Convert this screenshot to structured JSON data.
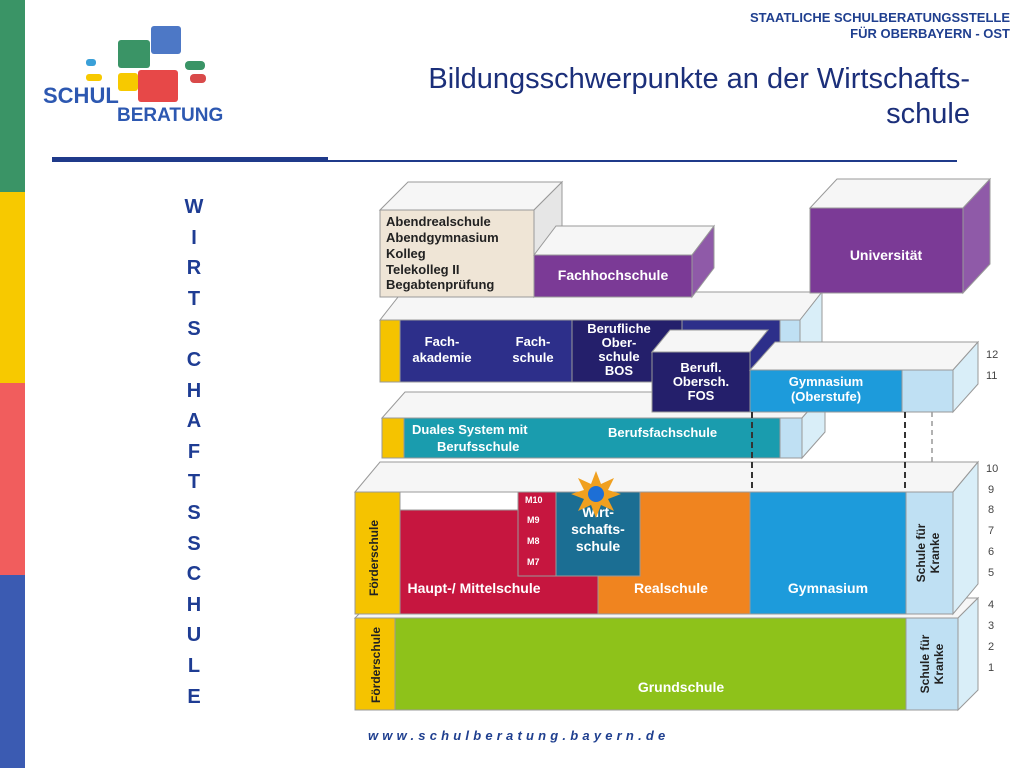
{
  "colors": {
    "strip_green": "#3a9466",
    "strip_yellow": "#f7c900",
    "strip_red": "#f15d5d",
    "strip_blue": "#3b5bb2",
    "text_blue": "#1f3f8f",
    "purple": "#7b3a96",
    "navy": "#2d2f8a",
    "teal": "#1a9cae",
    "crimson": "#c6163f",
    "orange": "#f0841f",
    "sky": "#1d9bdb",
    "lime": "#8ec21a",
    "yellow": "#f5c300"
  },
  "header": {
    "org_line1": "STAATLICHE SCHULBERATUNGSSTELLE",
    "org_line2": "FÜR OBERBAYERN - OST",
    "title_line1": "Bildungsschwerpunkte an der Wirtschafts-",
    "title_line2": "schule"
  },
  "logo": {
    "word1": "SCHUL",
    "word2": "BERATUNG",
    "icon": "puzzle-icon"
  },
  "vertical_label": [
    "W",
    "I",
    "R",
    "T",
    "S",
    "C",
    "H",
    "A",
    "F",
    "T",
    "S",
    "S",
    "C",
    "H",
    "U",
    "L",
    "E"
  ],
  "diagram": {
    "adult": [
      "Abendrealschule",
      "Abendgymnasium",
      "Kolleg",
      "Telekolleg II",
      "Begabtenprüfung"
    ],
    "fachhochschule": "Fachhochschule",
    "universitaet": "Universität",
    "fachakademie": [
      "Fach-",
      "akademie"
    ],
    "fachschule": [
      "Fach-",
      "schule"
    ],
    "bos": [
      "Berufliche",
      "Ober-",
      "schule",
      "BOS"
    ],
    "fos": [
      "Berufl.",
      "Obersch.",
      "FOS"
    ],
    "gym_ober": [
      "Gymnasium",
      "(Oberstufe)"
    ],
    "dual": [
      "Duales System mit",
      "Berufsschule"
    ],
    "berufsfachschule": "Berufsfachschule",
    "foerderschule": "Förderschule",
    "grades_m": [
      "M10",
      "M9",
      "M8",
      "M7"
    ],
    "wirtschaftsschule": [
      "Wirt-",
      "schafts-",
      "schule"
    ],
    "hauptschule": "Haupt-/ Mittelschule",
    "realschule": "Realschule",
    "gymnasium": "Gymnasium",
    "krank": [
      "Schule für",
      "Kranke"
    ],
    "grundschule": "Grundschule",
    "grade_numbers": [
      "12",
      "11",
      "10",
      "9",
      "8",
      "7",
      "6",
      "5",
      "4",
      "3",
      "2",
      "1"
    ]
  },
  "footer": {
    "url": "www.schulberatung.bayern.de"
  }
}
